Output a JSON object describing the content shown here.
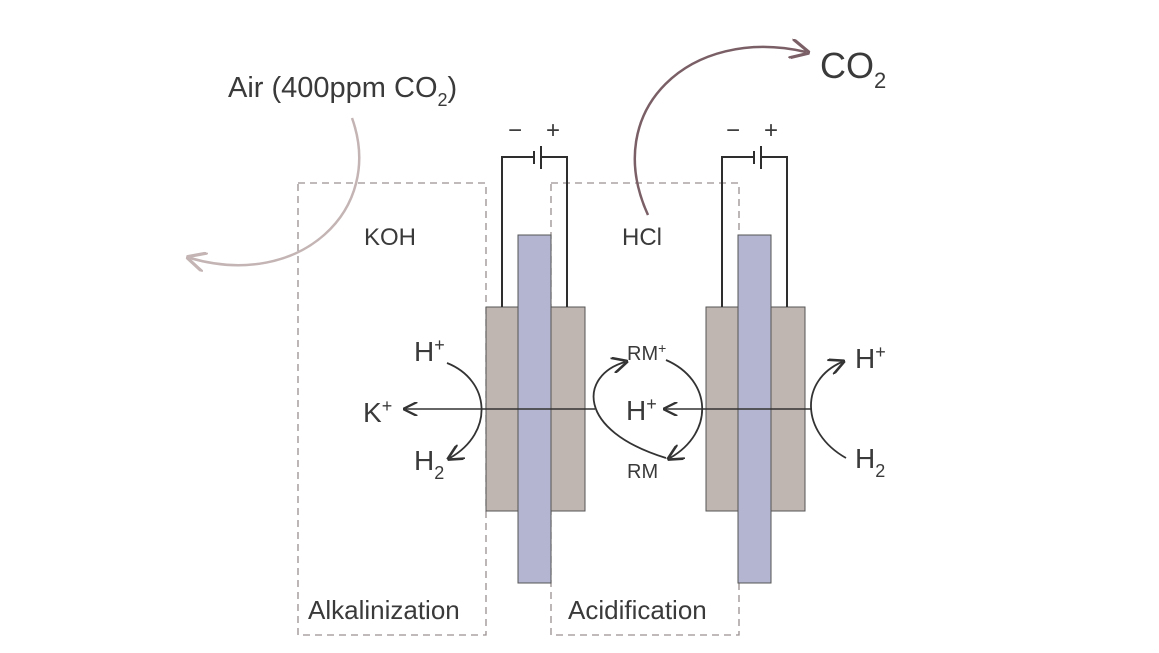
{
  "colors": {
    "electrode": "#bfb5b1",
    "membrane": "#b4b5d0",
    "box_dash": "#9a9090",
    "co2_arrow": "#7a5f66",
    "air_arrow": "#c4b4b4",
    "wire": "#2e2e2e",
    "text": "#333333"
  },
  "labels": {
    "air_prefix": "Air (400ppm CO",
    "air_sub": "2",
    "air_suffix": ")",
    "co2": "CO",
    "co2_sub": "2",
    "koh": "KOH",
    "hcl": "HCl",
    "alkalinization": "Alkalinization",
    "acidification": "Acidification",
    "minus": "−",
    "plus": "+",
    "h": "H",
    "h_plus": "+",
    "h2_sub": "2",
    "k": "K",
    "k_plus": "+",
    "rm": "RM",
    "rm_plus": "RM",
    "rm_sup": "+"
  },
  "icons": {
    "battery": "battery-symbol-icon",
    "arrow": "curved-arrow-icon"
  }
}
